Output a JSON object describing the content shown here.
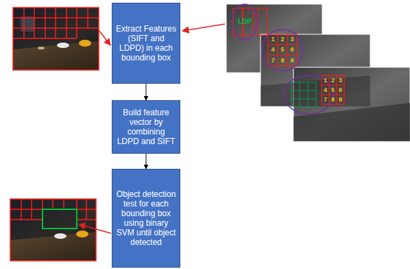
{
  "diagram": {
    "nodes": [
      {
        "text": [
          "Extract Features (SIFT and LDPD) in each bounding box"
        ]
      },
      {
        "text": [
          "Build feature vector by combining LDPD and SIFT"
        ]
      },
      {
        "text": [
          "Object detection test for each bounding box using binary SVM until object detected"
        ]
      }
    ],
    "edges": [
      {
        "from": 0,
        "to": 1,
        "arrow": "to"
      },
      {
        "from": 1,
        "to": 2,
        "arrow": "to"
      }
    ],
    "labels": [
      "LDP",
      "1",
      "2",
      "3",
      "4",
      "5",
      "6",
      "7",
      "8",
      "9",
      "1",
      "2",
      "3",
      "4",
      "5",
      "6",
      "7",
      "8",
      "9"
    ]
  }
}
